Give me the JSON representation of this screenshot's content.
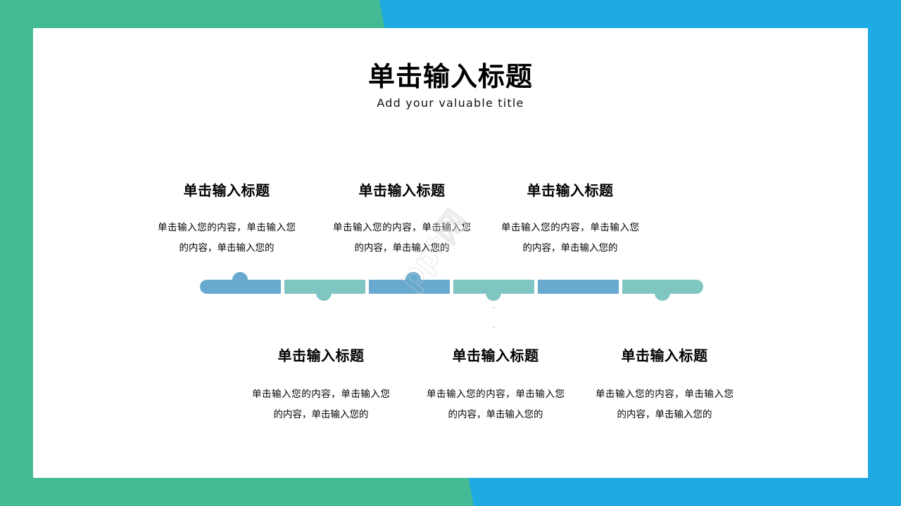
{
  "slide": {
    "title": "单击输入标题",
    "subtitle": "Add your valuable title",
    "colors": {
      "background_left": "#45bb95",
      "background_right": "#1eaae2",
      "card": "#ffffff",
      "segment_blue": "#67a9cf",
      "segment_teal": "#7fc5c2"
    }
  },
  "timeline": {
    "top_items": [
      {
        "heading": "单击输入标题",
        "body": "单击输入您的内容，单击输入您的内容，单击输入您的"
      },
      {
        "heading": "单击输入标题",
        "body": "单击输入您的内容，单击输入您的内容，单击输入您的"
      },
      {
        "heading": "单击输入标题",
        "body": "单击输入您的内容，单击输入您的内容，单击输入您的"
      }
    ],
    "bottom_items": [
      {
        "heading": "单击输入标题",
        "body": "单击输入您的内容，单击输入您的内容，单击输入您的"
      },
      {
        "heading": "单击输入标题",
        "body": "单击输入您的内容，单击输入您的内容，单击输入您的"
      },
      {
        "heading": "单击输入标题",
        "body": "单击输入您的内容，单击输入您的内容，单击输入您的"
      }
    ],
    "segments": [
      "blue",
      "teal",
      "blue",
      "teal",
      "blue",
      "teal"
    ]
  },
  "watermark": {
    "text": "ppt网"
  }
}
